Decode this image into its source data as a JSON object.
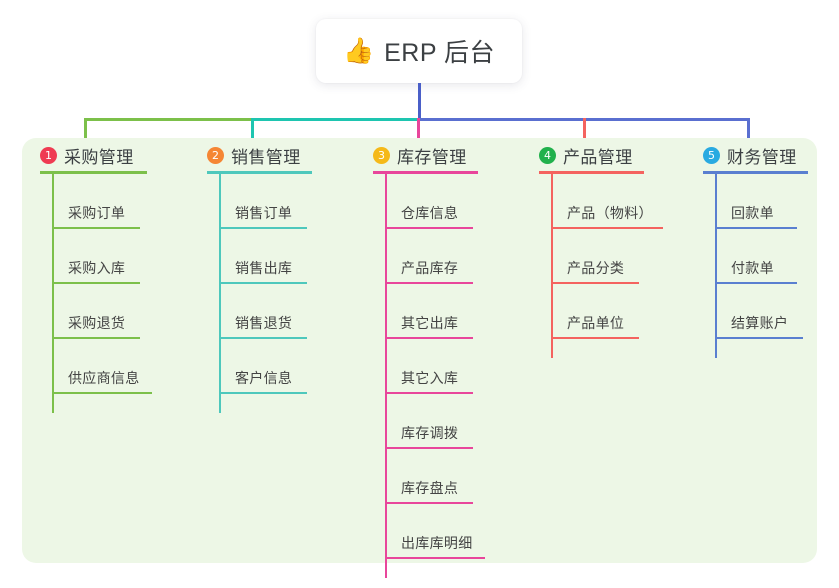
{
  "diagram": {
    "root": {
      "emoji": "👍",
      "emoji_name": "thumbs-up-icon",
      "title": "ERP 后台"
    },
    "palette": {
      "panel_bg": "#edf7e6",
      "page_bg": "#ffffff",
      "branch_green": "#7cc04a",
      "branch_teal": "#1ec5b0",
      "branch_pink": "#e8469b",
      "branch_red": "#f4635f",
      "branch_blue": "#5a6fd0",
      "trunk_blue": "#4a5fc8"
    },
    "columns": [
      {
        "index": "1",
        "title": "采购管理",
        "badge_color": "#ef3b52",
        "line_color": "#7cc04a",
        "items": [
          "采购订单",
          "采购入库",
          "采购退货",
          "供应商信息"
        ]
      },
      {
        "index": "2",
        "title": "销售管理",
        "badge_color": "#f58634",
        "line_color": "#4ec8bc",
        "items": [
          "销售订单",
          "销售出库",
          "销售退货",
          "客户信息"
        ]
      },
      {
        "index": "3",
        "title": "库存管理",
        "badge_color": "#f5b919",
        "line_color": "#e8469b",
        "items": [
          "仓库信息",
          "产品库存",
          "其它出库",
          "其它入库",
          "库存调拨",
          "库存盘点",
          "出库库明细"
        ]
      },
      {
        "index": "4",
        "title": "产品管理",
        "badge_color": "#21b14c",
        "line_color": "#f4635f",
        "items": [
          "产品（物料）",
          "产品分类",
          "产品单位"
        ]
      },
      {
        "index": "5",
        "title": "财务管理",
        "badge_color": "#29aae1",
        "line_color": "#5a7fd0",
        "items": [
          "回款单",
          "付款单",
          "结算账户"
        ]
      }
    ]
  }
}
